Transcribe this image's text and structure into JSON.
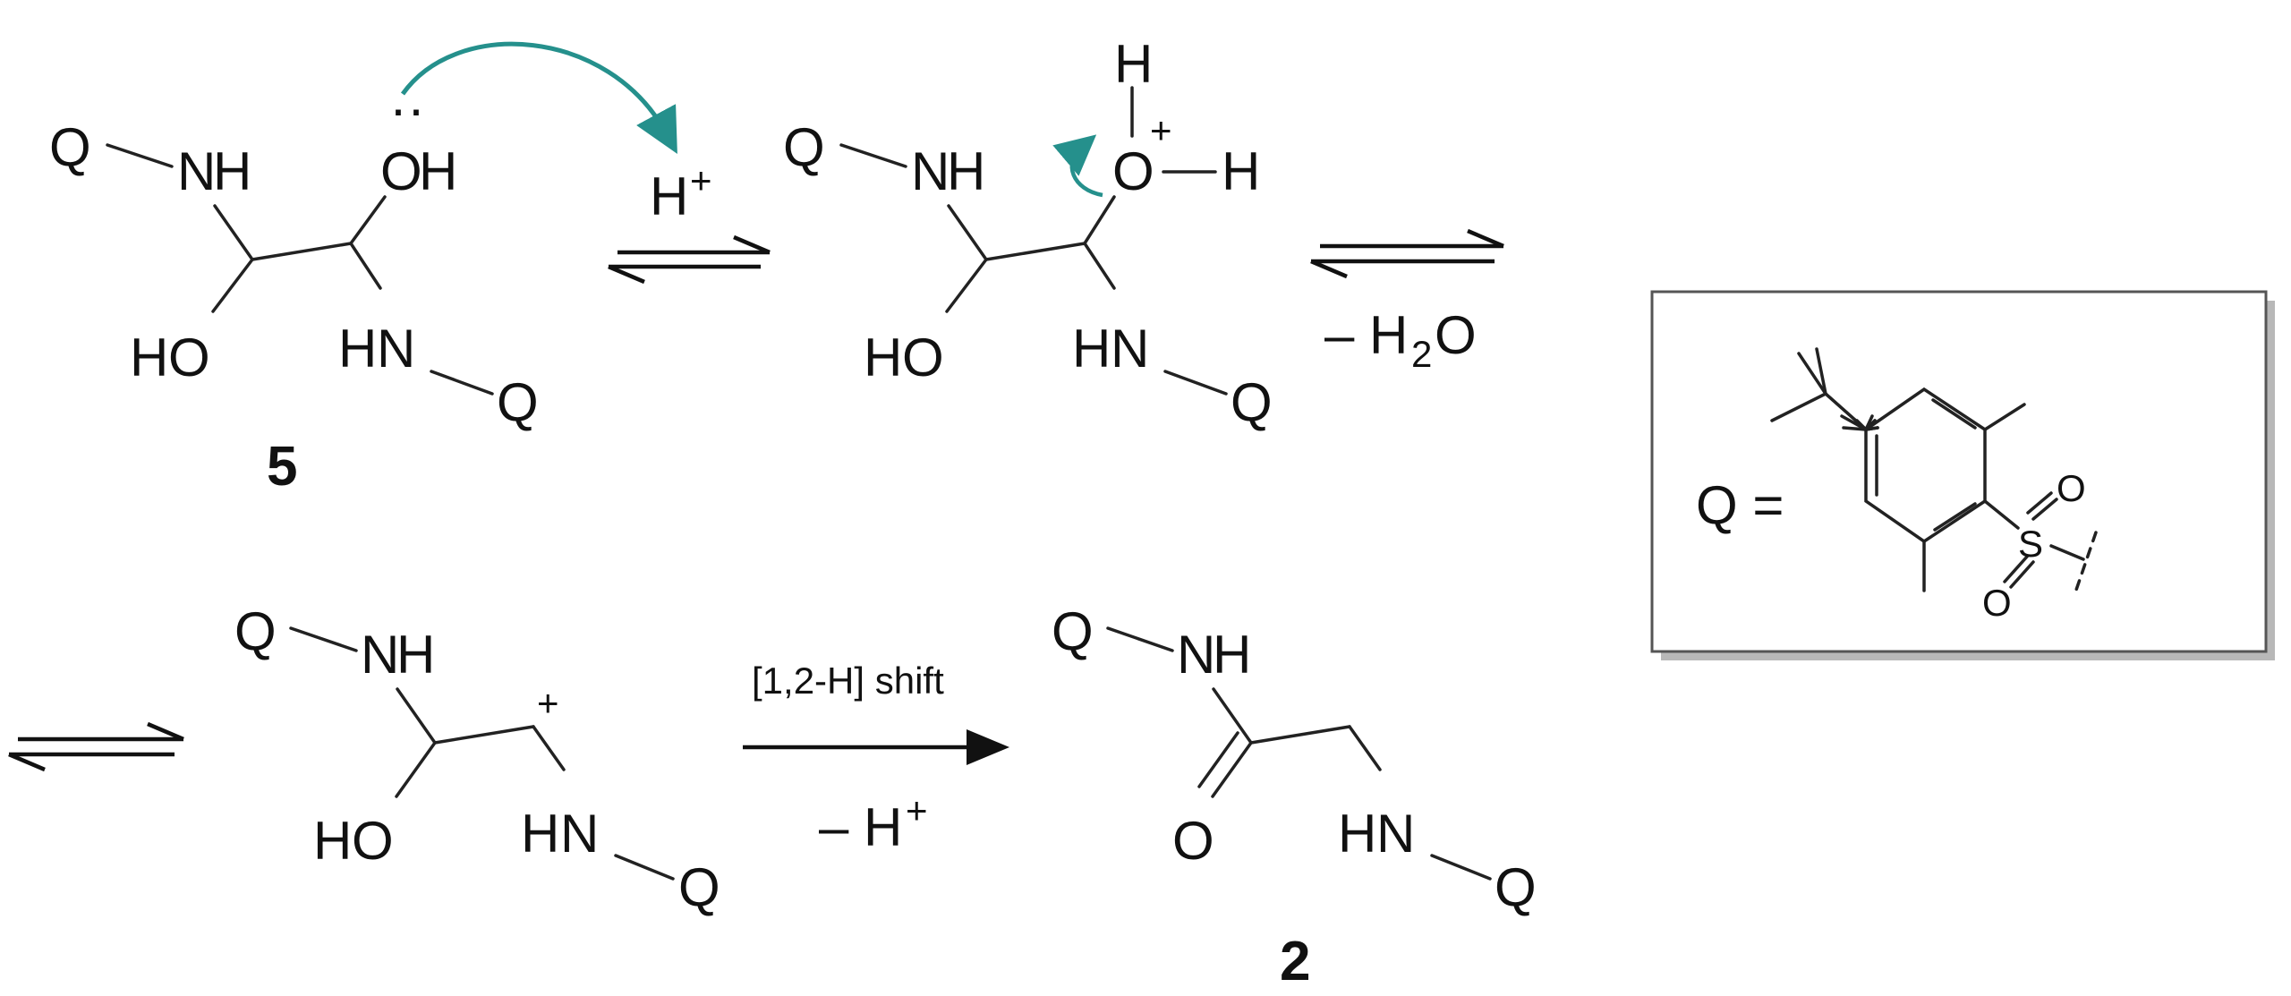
{
  "colors": {
    "nitrogen": "#1a8fd0",
    "oxygen": "#ee1c1c",
    "carbon_text": "#111111",
    "curved_arrow": "#25908c",
    "box_border": "#555555",
    "box_shadow": "#b8b8b8"
  },
  "atoms": {
    "Q": "Q",
    "N": "N",
    "H": "H",
    "O": "O",
    "plus": "+",
    "lone_pair": "··"
  },
  "labels": {
    "acid": "H",
    "acid_charge": "+",
    "minus_water_prefix": "– H",
    "minus_water_sub": "2",
    "minus_water_o": "O",
    "shift": "[1,2-H] shift",
    "minus_proton": "– H",
    "minus_proton_charge": "+"
  },
  "compounds": {
    "start": "5",
    "product": "2"
  },
  "legend": {
    "q_equals": "Q =",
    "sulfur": "S",
    "oxygen": "O"
  }
}
